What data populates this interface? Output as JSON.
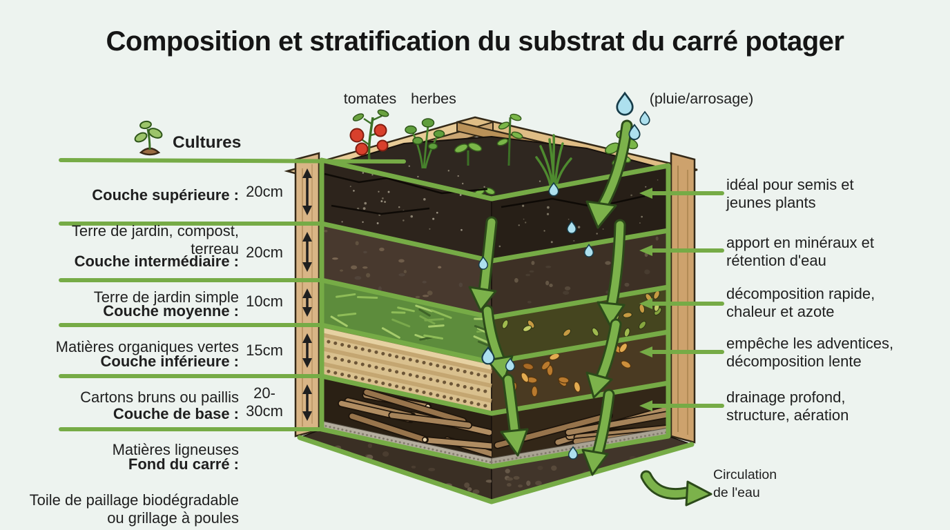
{
  "title": "Composition et stratification du substrat du carré potager",
  "annotations": {
    "cultures": "Cultures",
    "tomatoes": "tomates",
    "herbs": "herbes",
    "rain": "(pluie/arrosage)",
    "water_circulation": "Circulation\nde l'eau"
  },
  "layers": [
    {
      "name": "Couche supérieure :",
      "desc": "Terre de jardin, compost,\nterreau",
      "size": "20cm",
      "note": "idéal pour semis et\njeunes plants"
    },
    {
      "name": "Couche intermédiaire :",
      "desc": "Terre de jardin simple",
      "size": "20cm",
      "note": "apport en minéraux et\nrétention d'eau"
    },
    {
      "name": "Couche moyenne :",
      "desc": "Matières organiques vertes",
      "size": "10cm",
      "note": "décomposition rapide,\nchaleur et azote"
    },
    {
      "name": "Couche inférieure :",
      "desc": "Cartons bruns ou paillis",
      "size": "15cm",
      "note": "empêche les adventices,\ndécomposition lente"
    },
    {
      "name": "Couche de base :",
      "desc": "Matières ligneuses",
      "size": "20-\n30cm",
      "note": "drainage profond,\nstructure, aération"
    },
    {
      "name": "Fond du carré :",
      "desc": "Toile de paillage biodégradable\nou grillage à poules",
      "size": "",
      "note": ""
    }
  ],
  "icons": {
    "seedling": "seedling-icon",
    "tomato_plant": "tomato-plant-icon",
    "herb_plant": "herb-plant-icon",
    "water_drop": "water-drop-icon",
    "flow_arrow": "flow-arrow-icon",
    "measure_arrow": "measure-arrow-icon"
  },
  "colors": {
    "background": "#edf3ef",
    "accent_green": "#76ab46",
    "arrow_green": "#7cb24b",
    "wood": "#d9b586",
    "soil_dark": "#2d241c",
    "soil_brown": "#48392e",
    "grass_green": "#5d8c3c",
    "cardboard": "#d9c08e",
    "water_blue": "#ade0ee",
    "text": "#1f1f1f"
  }
}
